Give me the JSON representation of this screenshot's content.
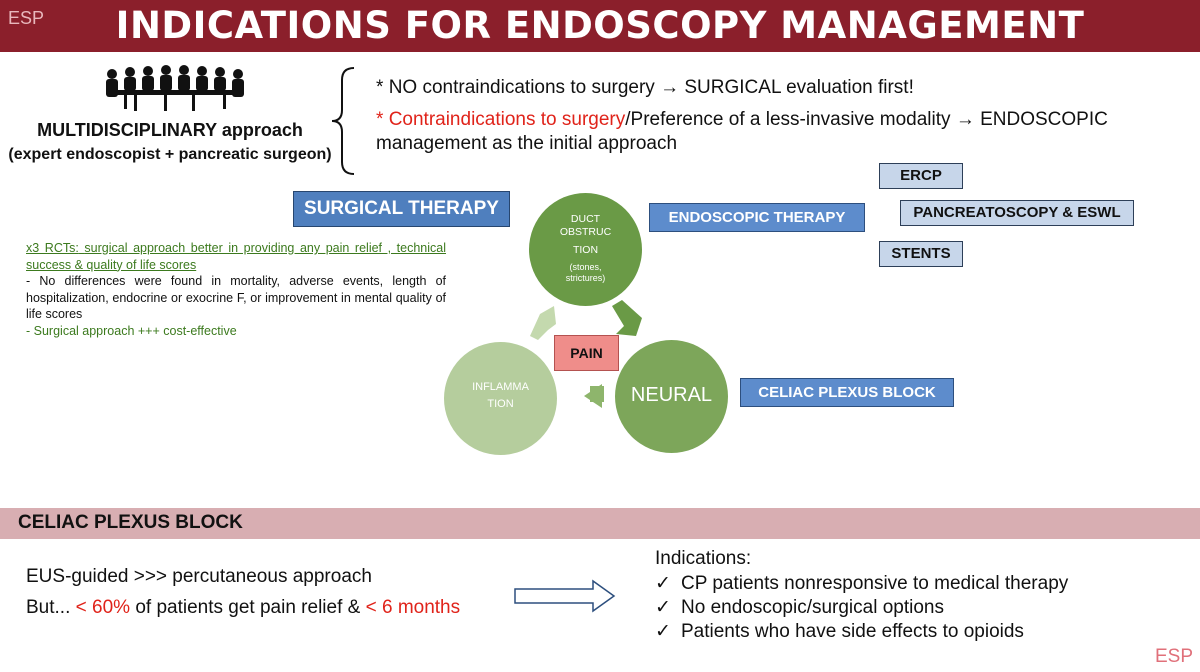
{
  "header": {
    "title": "INDICATIONS FOR ENDOSCOPY MANAGEMENT",
    "logo": "ESP",
    "bg_color": "#8b1f2b"
  },
  "multidisciplinary": {
    "icon": "team-meeting-icon",
    "title": "MULTIDISCIPLINARY approach",
    "subtitle": "(expert endoscopist + pancreatic surgeon)"
  },
  "bullets": {
    "first": {
      "star": "*",
      "text": "NO contraindications to surgery",
      "arrow": "→",
      "result": "SURGICAL evaluation first!"
    },
    "second": {
      "star": "*",
      "red_text": "Contraindications to surgery",
      "text": "/Preference of a less-invasive modality",
      "arrow": "→",
      "result": "ENDOSCOPIC management as the initial approach"
    }
  },
  "surgical": {
    "label": "SURGICAL THERAPY",
    "rct_prefix": "x3 RCTs:",
    "rct_text": "surgical approach better in providing any pain relief , technical success & quality of life scores",
    "line2": "- No differences were found in mortality, adverse events, length of hospitalization, endocrine or exocrine F, or improvement in mental quality of life scores",
    "line3": "- Surgical approach +++  cost-effective"
  },
  "cycle": {
    "duct_line1": "DUCT",
    "duct_line2": "OBSTRUC",
    "duct_line3": "TION",
    "duct_line4": "(stones,",
    "duct_line5": "strictures)",
    "neural": "NEURAL",
    "inflam_line1": "INFLAMMA",
    "inflam_line2": "TION",
    "center": "PAIN"
  },
  "endoscopic": {
    "label": "ENDOSCOPIC THERAPY",
    "options": [
      "ERCP",
      "PANCREATOSCOPY & ESWL",
      "STENTS"
    ],
    "celiac": "CELIAC PLEXUS BLOCK"
  },
  "celiac_section": {
    "title": "CELIAC PLEXUS BLOCK",
    "eus_bold": "EUS-guided",
    "eus_rest": " >>> percutaneous approach",
    "but_prefix": "But...",
    "percent": "< 60%",
    "middle": "of patients get pain relief &",
    "months": "< 6 months",
    "indications_title": "Indications:",
    "check": "✓",
    "indications": [
      "CP patients nonresponsive to medical therapy",
      "No endoscopic/surgical options",
      "Patients who have side effects to opioids"
    ]
  },
  "colors": {
    "accent_red": "#e0231a",
    "green_text": "#3c7a1e",
    "blue_box": "#5d8ccc",
    "light_box": "#c7d6ea",
    "band": "#d8aeb2"
  }
}
